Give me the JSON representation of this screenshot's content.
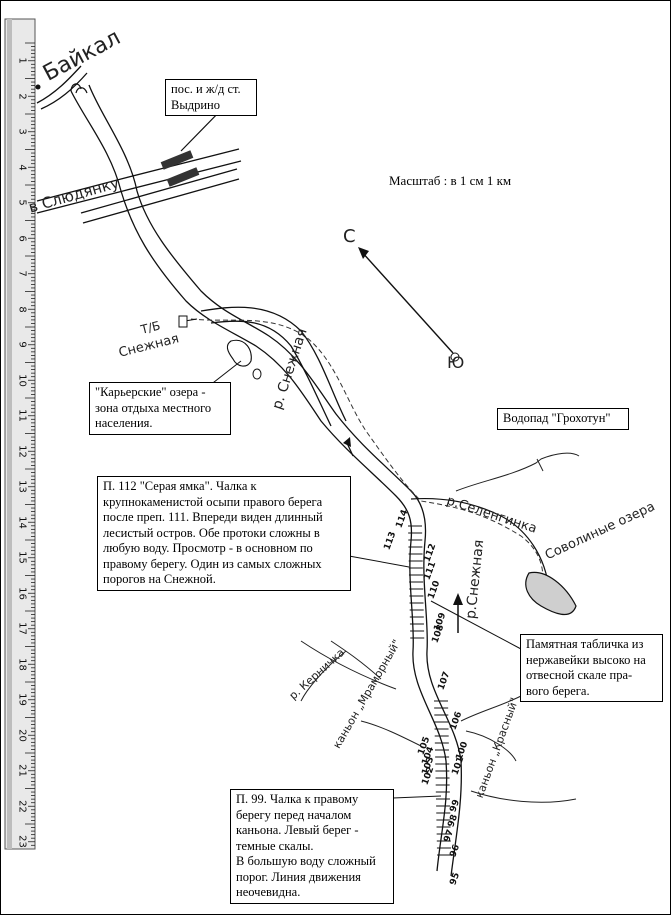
{
  "scale": "Масштаб : в 1 см 1 км",
  "ruler": {
    "numbers": [
      "1",
      "2",
      "3",
      "4",
      "5",
      "6",
      "7",
      "8",
      "9",
      "10",
      "11",
      "12",
      "13",
      "14",
      "15",
      "16",
      "17",
      "18",
      "19",
      "20",
      "21",
      "22",
      "23"
    ]
  },
  "labels": {
    "baikal": "Байкал",
    "sludyanka": "в Слюдянку",
    "tb": "Т/Б",
    "snezhnaya_tb": "Снежная",
    "river_snezhnaya_upper": "р. Снежная",
    "river_selenginka": "р.Селенгинка",
    "savolnye": "Соволиные озера",
    "river_snezhnaya_lower": "р.Снежная",
    "kernichka": "р. Керничка",
    "canyon_mramorny": "каньон „Мраморный\"",
    "canyon_krasny": "каньон „Красный\"",
    "north": "С",
    "south": "Ю"
  },
  "callouts": {
    "vydrino": [
      "пос. и ж/д ст.",
      "Выдрино"
    ],
    "karyer": [
      "\"Карьерские\" озера -",
      "зона отдыха местного",
      "населения."
    ],
    "vodopad": [
      "Водопад \"Грохотун\""
    ],
    "p112": [
      "П. 112 \"Серая ямка\". Чалка к",
      "крупнокаменистой осыпи правого берега",
      "после преп. 111. Впереди виден длинный",
      "лесистый остров. Обе протоки сложны в",
      "любую воду. Просмотр -  в основном по",
      "правому берегу. Один из самых сложных",
      "порогов на Снежной."
    ],
    "tablichka": [
      "Памятная табличка из",
      "нержавейки высоко на",
      "отвесной скале пра-",
      "вого берега."
    ],
    "p99": [
      "П. 99. Чалка к правому",
      "берегу перед началом",
      "каньона. Левый берег -",
      "темные скалы.",
      "В большую воду сложный",
      "порог. Линия движения",
      "неочевидна."
    ]
  },
  "rapids": [
    "114",
    "113",
    "112",
    "111",
    "110",
    "109",
    "108",
    "107",
    "106",
    "105",
    "104",
    "103",
    "102",
    "101",
    "100",
    "99",
    "98",
    "97",
    "96",
    "95"
  ]
}
